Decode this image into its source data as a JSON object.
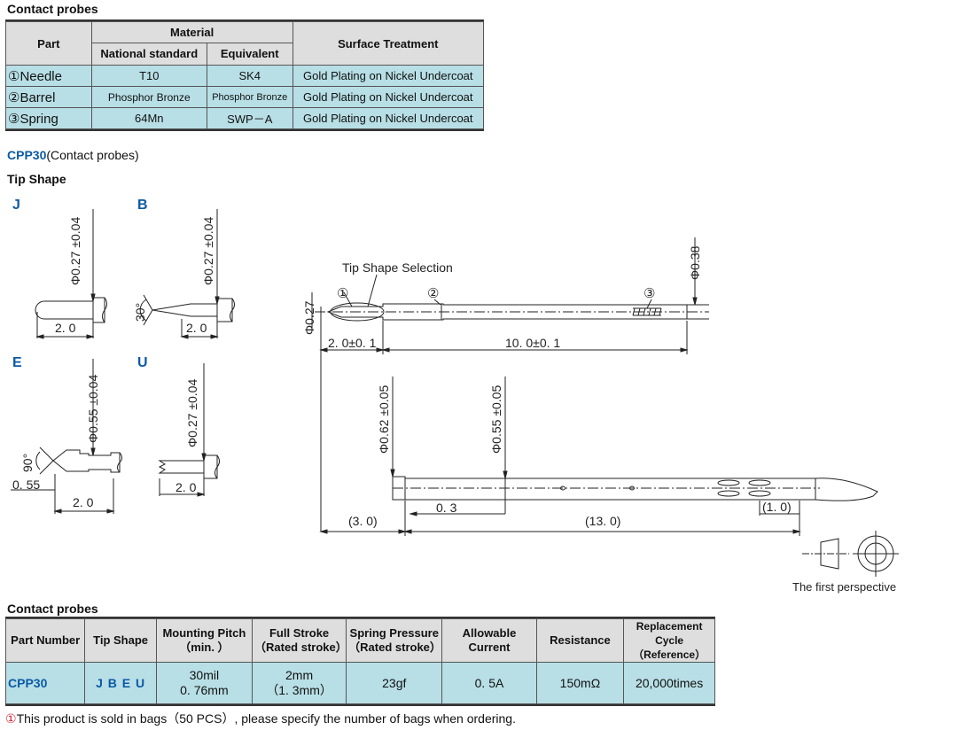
{
  "material_section": {
    "title": "Contact probes",
    "headers": {
      "part": "Part",
      "material": "Material",
      "national_standard": "National standard",
      "equivalent": "Equivalent",
      "surface_treatment": "Surface Treatment"
    },
    "rows": [
      {
        "part": "①Needle",
        "national": "T10",
        "equivalent": "SK4",
        "surface": "Gold Plating on Nickel Undercoat"
      },
      {
        "part": "②Barrel",
        "national": "Phosphor Bronze",
        "equivalent": "Phosphor Bronze",
        "surface": "Gold Plating on Nickel Undercoat"
      },
      {
        "part": "③Spring",
        "national": "64Mn",
        "equivalent": "SWP－A",
        "surface": "Gold Plating on Nickel Undercoat"
      }
    ]
  },
  "product": {
    "code": "CPP30",
    "desc": "(Contact probes)"
  },
  "tip_shape_title": "Tip  Shape",
  "tips": {
    "J": {
      "label": "J",
      "dia": "Φ0.27 ±0.04",
      "len": "2. 0"
    },
    "B": {
      "label": "B",
      "dia": "Φ0.27 ±0.04",
      "len": "2. 0",
      "angle": "30°"
    },
    "E": {
      "label": "E",
      "dia": "Φ0.55 ±0.04",
      "len": "2. 0",
      "angle": "90°",
      "tip_len": "0. 55"
    },
    "U": {
      "label": "U",
      "dia": "Φ0.27 ±0.04",
      "len": "2. 0"
    }
  },
  "assembly": {
    "tip_selection": "Tip Shape Selection",
    "c1": "①",
    "c2": "②",
    "c3": "③",
    "dia_tip": "Φ0.27",
    "dia_body": "Φ0.38",
    "dim_tip": "2. 0±0. 1",
    "dim_main": "10. 0±0. 1"
  },
  "barrel": {
    "dia_head": "Φ0.62 ±0.05",
    "dia_body": "Φ0.55 ±0.05",
    "dim_head": "(3. 0)",
    "dim_step": "0. 3",
    "dim_main": "(13. 0)",
    "dim_end": "(1. 0)"
  },
  "perspective_label": "The first perspective",
  "spec_section": {
    "title": "Contact probes",
    "headers": [
      "Part Number",
      "Tip  Shape",
      "Mounting Pitch\n（min. ）",
      "Full Stroke\n（Rated stroke）",
      "Spring Pressure\n（Rated stroke）",
      "Allowable\nCurrent",
      "Resistance",
      "Replacement\nCycle（Reference）"
    ],
    "row": {
      "part_number": "CPP30",
      "tip_shape": "J B E U",
      "pitch": "30mil\n0. 76mm",
      "stroke": "2mm\n（1. 3mm）",
      "pressure": "23gf",
      "current": "0. 5A",
      "resistance": "150mΩ",
      "cycle": "20,000times"
    }
  },
  "footnote": {
    "mark": "①",
    "text": "This product is sold in bags（50 PCS）, please specify the number of bags when ordering."
  },
  "colors": {
    "accent": "#0b5aa5",
    "cell": "#b8dfe6",
    "header": "#dedede"
  }
}
